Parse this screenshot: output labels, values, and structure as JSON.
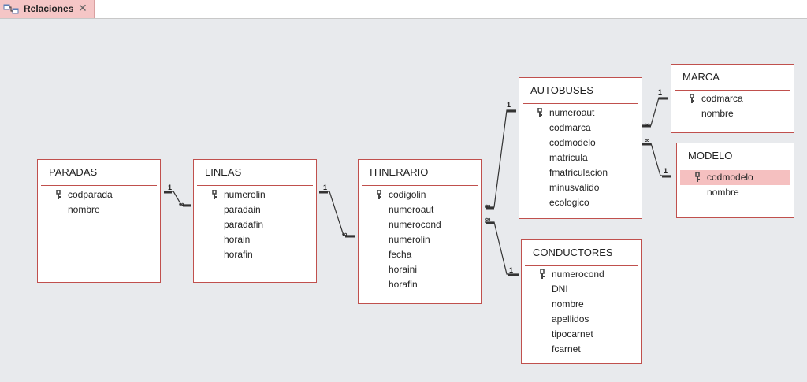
{
  "tab": {
    "label": "Relaciones",
    "close": "✕"
  },
  "tables": {
    "paradas": {
      "title": "PARADAS",
      "fields": [
        "codparada",
        "nombre"
      ]
    },
    "lineas": {
      "title": "LINEAS",
      "fields": [
        "numerolin",
        "paradain",
        "paradafin",
        "horain",
        "horafin"
      ]
    },
    "itinerario": {
      "title": "ITINERARIO",
      "fields": [
        "codigolin",
        "numeroaut",
        "numerocond",
        "numerolin",
        "fecha",
        "horaini",
        "horafin"
      ]
    },
    "autobuses": {
      "title": "AUTOBUSES",
      "fields": [
        "numeroaut",
        "codmarca",
        "codmodelo",
        "matricula",
        "fmatriculacion",
        "minusvalido",
        "ecologico"
      ]
    },
    "marca": {
      "title": "MARCA",
      "fields": [
        "codmarca",
        "nombre"
      ]
    },
    "modelo": {
      "title": "MODELO",
      "fields": [
        "codmodelo",
        "nombre"
      ]
    },
    "conductores": {
      "title": "CONDUCTORES",
      "fields": [
        "numerocond",
        "DNI",
        "nombre",
        "apellidos",
        "tipocarnet",
        "fcarnet"
      ]
    }
  },
  "relations": [
    {
      "one": "1",
      "many": "∞"
    },
    {
      "one": "1",
      "many": "∞"
    },
    {
      "one": "1",
      "many": "∞"
    },
    {
      "one": "1",
      "many": "∞"
    },
    {
      "one": "1",
      "many": "∞"
    },
    {
      "one": "1",
      "many": "∞"
    }
  ]
}
